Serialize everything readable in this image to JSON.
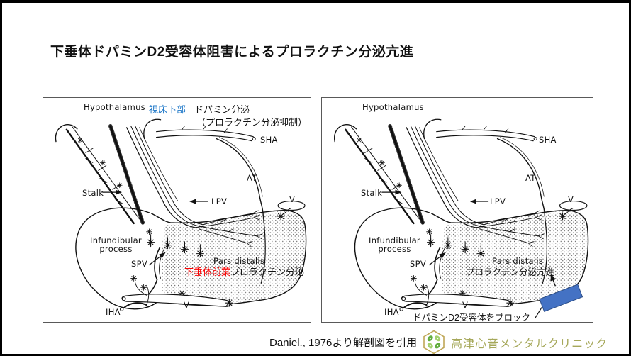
{
  "slide": {
    "title": "下垂体ドパミンD2受容体阻害によるプロラクチン分泌亢進",
    "footer": {
      "citation": "Daniel., 1976より解剖図を引用",
      "clinic_name": "高津心音メンタルクリニック"
    }
  },
  "figure_labels": {
    "hypothalamus": "Hypothalamus",
    "sha": "SHA",
    "at": "AT",
    "lpv": "LPV",
    "stalk": "Stalk",
    "v_top": "V",
    "v_bottom": "V",
    "infundibular_line1": "Infundibular",
    "infundibular_line2": "process",
    "spv": "SPV",
    "pars_distalis": "Pars distalis",
    "iha": "IHA"
  },
  "left_panel": {
    "annotations": {
      "hypothalamus_jp": "視床下部",
      "dopamine_secretion": "ドパミン分泌",
      "prolactin_inhibition": "（プロラクチン分泌抑制）",
      "anterior_pituitary": "下垂体前葉",
      "prolactin_secretion": "プロラクチン分泌"
    }
  },
  "right_panel": {
    "annotations": {
      "prolactin_hypersecretion": "プロラクチン分泌亢進",
      "d2_receptor_block": "ドパミンD2受容体をブロック"
    }
  },
  "colors": {
    "hypothalamus_jp_blue": "#1f78c8",
    "anterior_pituitary_red": "#ff0000",
    "d2_blocker_rect_blue": "#4472c4",
    "d2_blocker_rect_border": "#2e4f87",
    "clinic_text_green": "#a6a85a",
    "logo_leaf_dark": "#63ad3f",
    "logo_leaf_light": "#a4d06e",
    "logo_border_gold": "#bfa757"
  }
}
